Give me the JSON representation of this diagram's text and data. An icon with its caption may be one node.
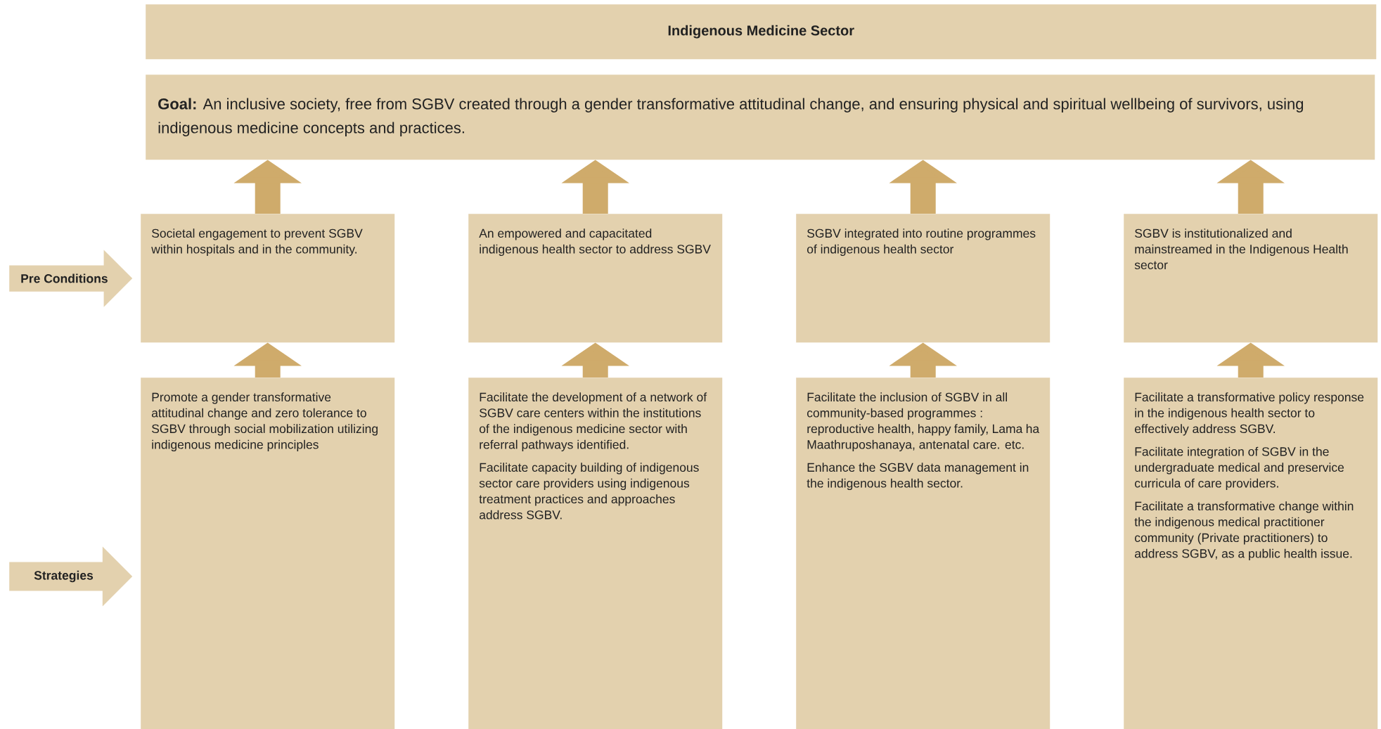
{
  "diagram": {
    "title": "Indigenous Medicine Sector",
    "nodes": [
      {
        "text": [
          "**Goal:** An inclusive society, free from SGBV created through a gender transformative attitudinal change, and ensuring physical and spiritual wellbeing of survivors, using indigenous medicine concepts and practices."
        ]
      },
      {
        "text": [
          "Societal engagement to prevent SGBV within hospitals and in the community."
        ]
      },
      {
        "text": [
          "An empowered and capacitated indigenous health sector to address SGBV"
        ]
      },
      {
        "text": [
          "SGBV integrated into routine programmes of indigenous health sector"
        ]
      },
      {
        "text": [
          "SGBV is institutionalized and mainstreamed in the Indigenous Health sector"
        ]
      },
      {
        "text": [
          "Promote a gender transformative attitudinal change and zero tolerance to SGBV through social mobilization utilizing indigenous medicine principles"
        ]
      },
      {
        "text": [
          "Facilitate the development of a network of SGBV care centers within the institutions of the indigenous medicine sector with referral pathways identified.",
          "Facilitate capacity building of indigenous sector care providers using indigenous treatment practices and approaches address SGBV."
        ]
      },
      {
        "text": [
          "Facilitate the inclusion of SGBV in all community-based programmes : reproductive health, happy family, Lama ha Maathruposhanaya, antenatal care. etc.",
          "Enhance the SGBV data management in the indigenous health sector."
        ]
      },
      {
        "text": [
          "Facilitate a transformative policy response in the indigenous health sector to effectively address SGBV.",
          "Facilitate integration of SGBV in the undergraduate medical and preservice curricula of care providers.",
          "Facilitate a transformative change within the indigenous medical practitioner community (Private practitioners) to address SGBV, as a public health issue."
        ]
      },
      {
        "text": [
          "Pre Conditions"
        ]
      },
      {
        "text": [
          "Strategies"
        ]
      }
    ],
    "edges": [
      {
        "from": 1,
        "to": 0,
        "arrow": "to"
      },
      {
        "from": 2,
        "to": 0,
        "arrow": "to"
      },
      {
        "from": 3,
        "to": 0,
        "arrow": "to"
      },
      {
        "from": 4,
        "to": 0,
        "arrow": "to"
      },
      {
        "from": 5,
        "to": 1,
        "arrow": "to"
      },
      {
        "from": 6,
        "to": 2,
        "arrow": "to"
      },
      {
        "from": 7,
        "to": 3,
        "arrow": "to"
      },
      {
        "from": 8,
        "to": 4,
        "arrow": "to"
      }
    ]
  }
}
